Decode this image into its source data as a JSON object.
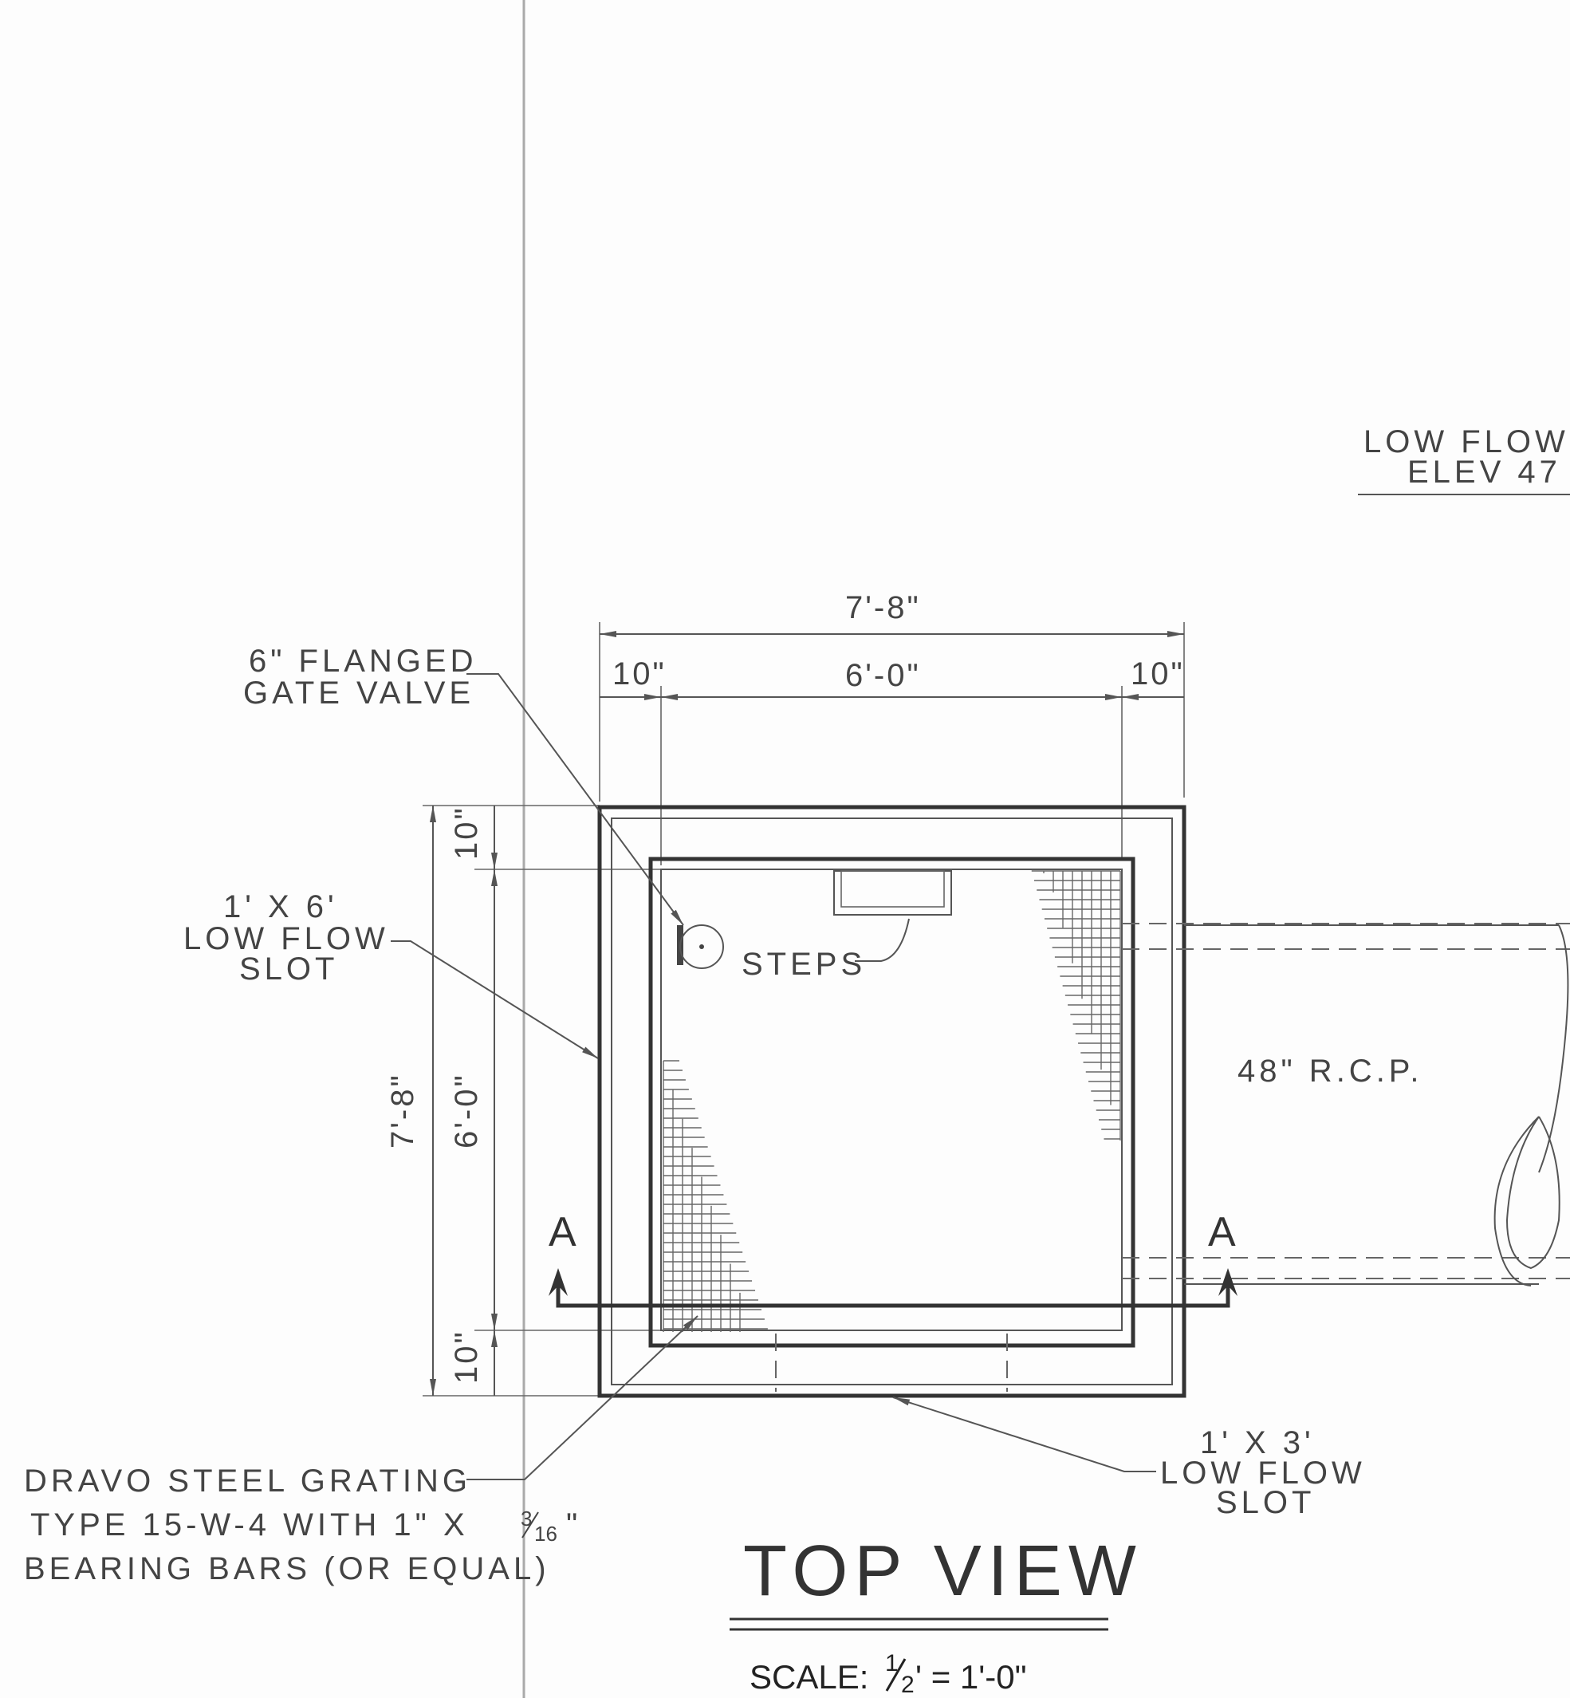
{
  "drawing": {
    "low_flow_elev_line1": "LOW  FLOW",
    "low_flow_elev_line2": "ELEV  47",
    "dim_top_overall": "7'-8\"",
    "dim_top_left": "10\"",
    "dim_top_middle": "6'-0\"",
    "dim_top_right": "10\"",
    "gate_valve_line1": "6\" FLANGED",
    "gate_valve_line2": "GATE  VALVE",
    "slot_side_line1": "1' X  6'",
    "slot_side_line2": "LOW  FLOW",
    "slot_side_line3": "SLOT",
    "steps": "STEPS",
    "pipe": "48\" R.C.P.",
    "dim_left_overall": "7'-8\"",
    "dim_left_top": "10\"",
    "dim_left_middle": "6'-0\"",
    "dim_left_bottom": "10\"",
    "section_mark": "A",
    "grating_line1": "DRAVO  STEEL  GRATING",
    "grating_line2a": "TYPE  15-W-4  WITH   1\"  X",
    "grating_fraction_num": "3",
    "grating_fraction_den": "16",
    "grating_quote": "\"",
    "grating_line3": "BEARING  BARS  (OR  EQUAL)",
    "slot_bottom_line1": "1' X  3'",
    "slot_bottom_line2": "LOW  FLOW",
    "slot_bottom_line3": "SLOT",
    "title": "TOP  VIEW",
    "scale_prefix": "SCALE:",
    "scale_num": "1",
    "scale_den": "2",
    "scale_suffix": "' = 1'-0\""
  }
}
